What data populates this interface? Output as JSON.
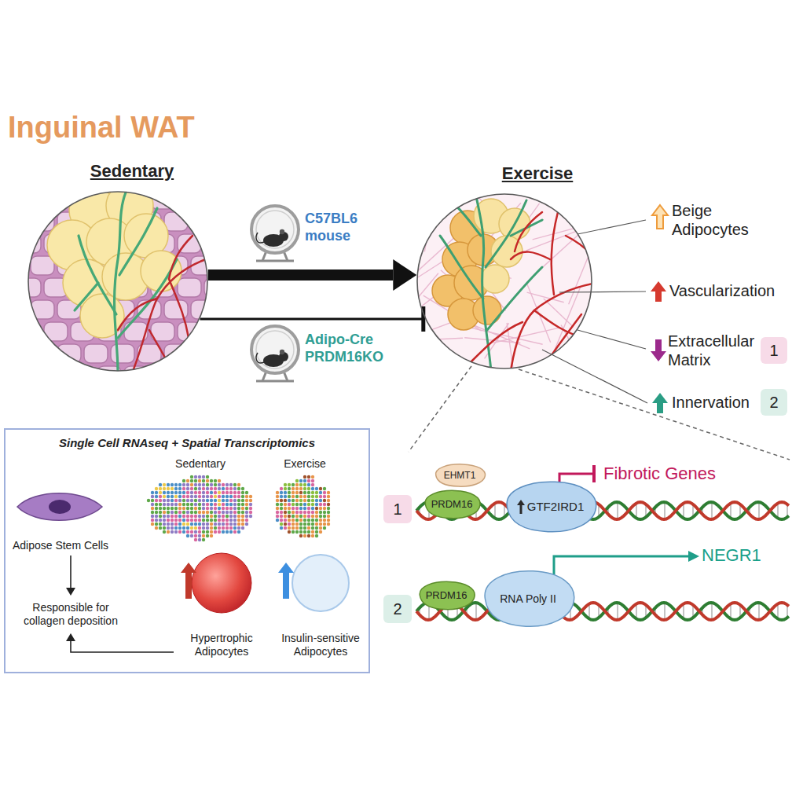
{
  "diagram": {
    "title": "Inguinal WAT",
    "nodes": [
      {
        "text": [
          "Sedentary"
        ]
      },
      {
        "text": [
          "Exercise"
        ]
      },
      {
        "text": [
          "1"
        ]
      },
      {
        "text": [
          "2"
        ]
      },
      {
        "text": [
          "Single Cell RNAseq + Spatial Transcriptomics"
        ]
      },
      {
        "text": [
          "Adipose Stem Cells"
        ],
        "in": 4
      },
      {
        "text": [
          "Responsible for collagen deposition"
        ],
        "in": 4
      },
      {
        "text": [
          "Sedentary"
        ],
        "in": 4
      },
      {
        "text": [
          "Exercise"
        ],
        "in": 4
      },
      {
        "text": [
          "Hypertrophic Adipocytes"
        ],
        "in": 4
      },
      {
        "text": [
          "Insulin-sensitive Adipocytes"
        ],
        "in": 4
      },
      {
        "text": [
          "1"
        ]
      },
      {
        "text": [
          "EHMT1"
        ]
      },
      {
        "text": [
          "PRDM16"
        ]
      },
      {
        "text": [
          "GTF2IRD1"
        ]
      },
      {
        "text": [
          "2"
        ]
      },
      {
        "text": [
          "PRDM16"
        ]
      },
      {
        "text": [
          "RNA Poly II"
        ]
      }
    ],
    "edges": [
      {
        "from": 0,
        "to": 1,
        "arrow": "to"
      },
      {
        "from": 0,
        "to": 1,
        "arrow": "to"
      },
      {
        "from": 5,
        "to": 6,
        "arrow": "to"
      },
      {
        "from": 9,
        "to": 6,
        "arrow": "to"
      }
    ],
    "labels": [
      "C57BL6 mouse",
      "Adipo-Cre PRDM16KO",
      "Beige Adipocytes",
      "Vascularization",
      "Extracellular Matrix",
      "Innervation",
      "Fibrotic Genes",
      "NEGR1"
    ]
  }
}
